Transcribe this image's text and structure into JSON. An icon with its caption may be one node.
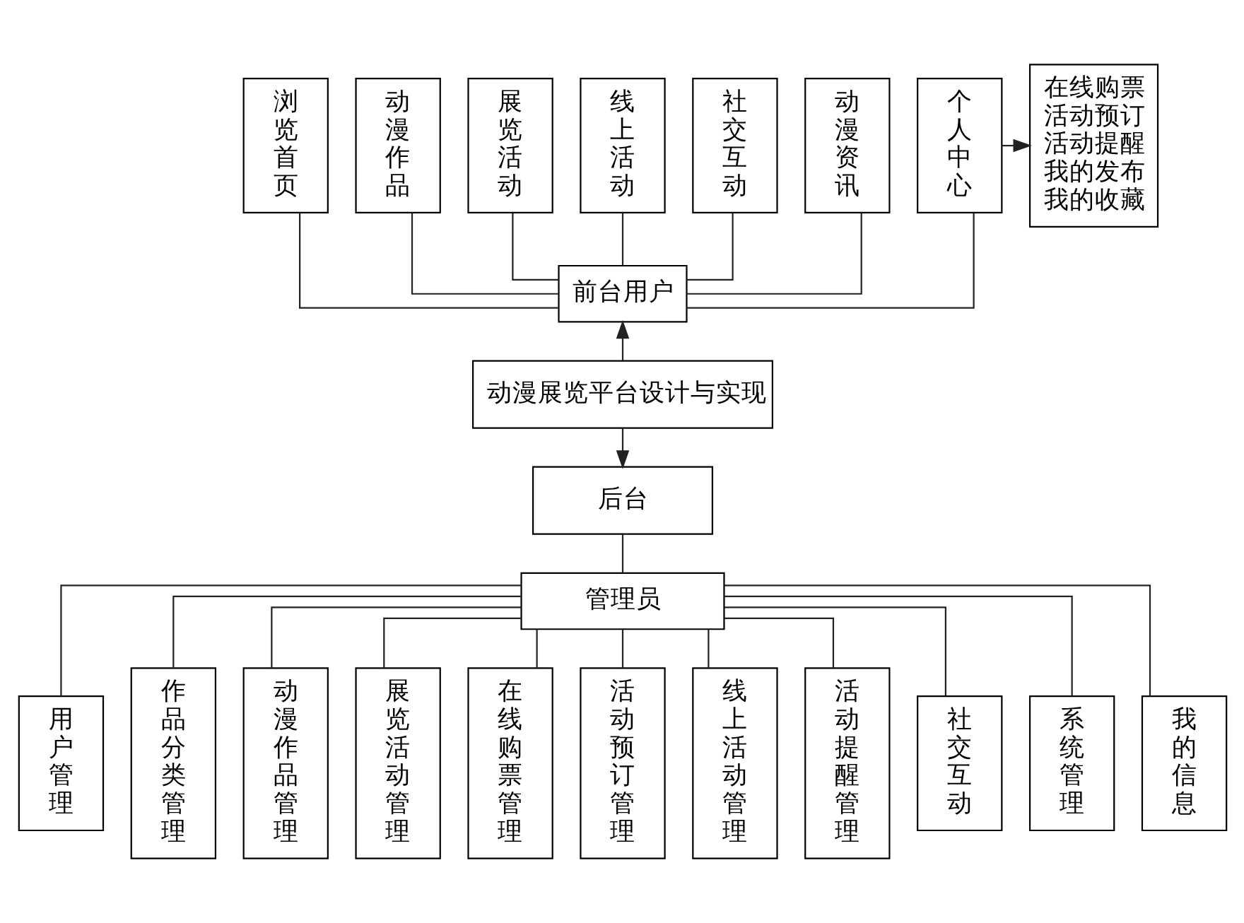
{
  "diagram": {
    "nodes": [
      {
        "text": [
          "浏览首页"
        ]
      },
      {
        "text": [
          "动漫作品"
        ]
      },
      {
        "text": [
          "展览活动"
        ]
      },
      {
        "text": [
          "线上活动"
        ]
      },
      {
        "text": [
          "社交互动"
        ]
      },
      {
        "text": [
          "动漫资讯"
        ]
      },
      {
        "text": [
          "个人中心"
        ]
      },
      {
        "text": [
          "在线购票",
          "活动预订",
          "活动提醒",
          "我的发布",
          "我的收藏"
        ]
      },
      {
        "text": [
          "前台用户"
        ]
      },
      {
        "text": [
          "动漫展览平台设计与实现"
        ]
      },
      {
        "text": [
          "后台"
        ]
      },
      {
        "text": [
          "管理员"
        ]
      },
      {
        "text": [
          "用户管理"
        ]
      },
      {
        "text": [
          "作品分类管理"
        ]
      },
      {
        "text": [
          "动漫作品管理"
        ]
      },
      {
        "text": [
          "展览活动管理"
        ]
      },
      {
        "text": [
          "在线购票管理"
        ]
      },
      {
        "text": [
          "活动预订管理"
        ]
      },
      {
        "text": [
          "线上活动管理"
        ]
      },
      {
        "text": [
          "活动提醒管理"
        ]
      },
      {
        "text": [
          "社交互动"
        ]
      },
      {
        "text": [
          "系统管理"
        ]
      },
      {
        "text": [
          "我的信息"
        ]
      }
    ],
    "edges": [
      {
        "from": 0,
        "to": 8,
        "arrow": "none"
      },
      {
        "from": 1,
        "to": 8,
        "arrow": "none"
      },
      {
        "from": 2,
        "to": 8,
        "arrow": "none"
      },
      {
        "from": 3,
        "to": 8,
        "arrow": "none"
      },
      {
        "from": 4,
        "to": 8,
        "arrow": "none"
      },
      {
        "from": 5,
        "to": 8,
        "arrow": "none"
      },
      {
        "from": 6,
        "to": 8,
        "arrow": "none"
      },
      {
        "from": 6,
        "to": 7,
        "arrow": "to"
      },
      {
        "from": 9,
        "to": 8,
        "arrow": "to"
      },
      {
        "from": 9,
        "to": 10,
        "arrow": "to"
      },
      {
        "from": 10,
        "to": 11,
        "arrow": "none"
      },
      {
        "from": 11,
        "to": 12,
        "arrow": "none"
      },
      {
        "from": 11,
        "to": 13,
        "arrow": "none"
      },
      {
        "from": 11,
        "to": 14,
        "arrow": "none"
      },
      {
        "from": 11,
        "to": 15,
        "arrow": "none"
      },
      {
        "from": 11,
        "to": 16,
        "arrow": "none"
      },
      {
        "from": 11,
        "to": 17,
        "arrow": "none"
      },
      {
        "from": 11,
        "to": 18,
        "arrow": "none"
      },
      {
        "from": 11,
        "to": 19,
        "arrow": "none"
      },
      {
        "from": 11,
        "to": 20,
        "arrow": "none"
      },
      {
        "from": 11,
        "to": 21,
        "arrow": "none"
      },
      {
        "from": 11,
        "to": 22,
        "arrow": "none"
      }
    ]
  }
}
